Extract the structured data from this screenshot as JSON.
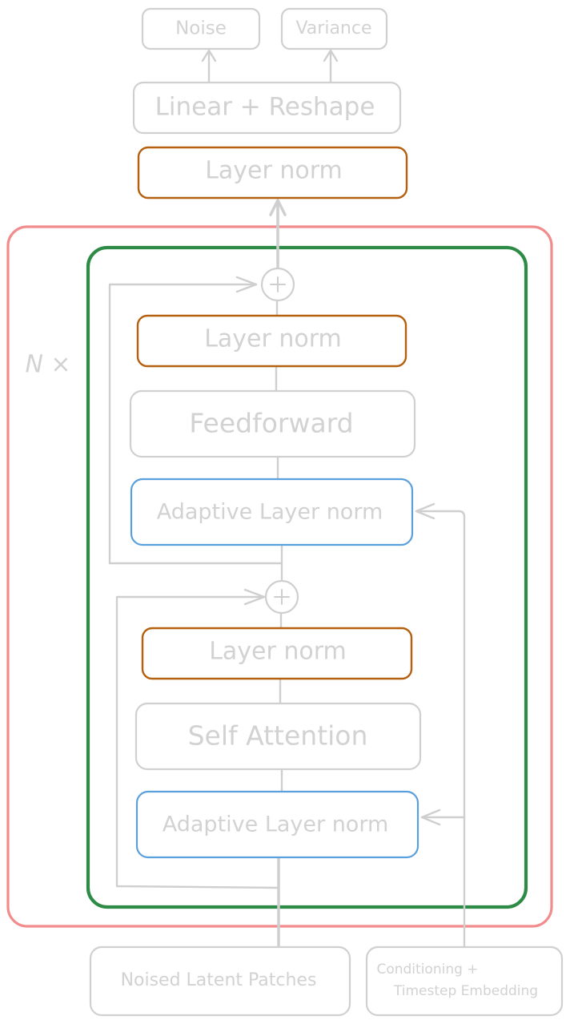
{
  "colors": {
    "outer_frame": "#f28b8b",
    "inner_frame": "#2e8b46",
    "layer_norm_border": "#b5600e",
    "adaptive_norm_border": "#5aa0dc",
    "neutral": "#d0d0d0"
  },
  "outputs": {
    "noise": "Noise",
    "variance": "Variance"
  },
  "head": {
    "linear_reshape": "Linear + Reshape",
    "final_layer_norm": "Layer norm"
  },
  "block": {
    "repeat_label": "N ×",
    "mlp_layer_norm": "Layer norm",
    "feedforward": "Feedforward",
    "mlp_adaptive_norm": "Adaptive Layer norm",
    "attn_layer_norm": "Layer norm",
    "self_attention": "Self Attention",
    "attn_adaptive_norm": "Adaptive Layer norm",
    "residual_symbol": "+"
  },
  "inputs": {
    "latent_patches": "Noised Latent Patches",
    "conditioning_line1": "Conditioning +",
    "conditioning_line2": "Timestep Embedding"
  }
}
